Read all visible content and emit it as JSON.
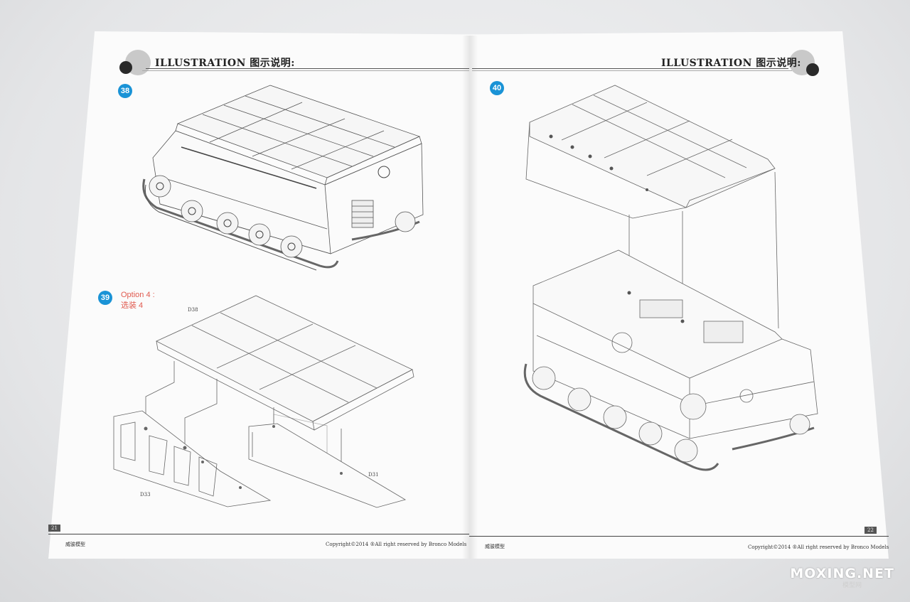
{
  "left_page": {
    "header": "ILLUSTRATION 图示说明:",
    "steps": [
      {
        "number": "38"
      },
      {
        "number": "39",
        "option_line1": "Option 4 :",
        "option_line2": "选装 4"
      }
    ],
    "part_labels": [
      "D38",
      "D33",
      "D31"
    ],
    "footer_left": "威骏模型",
    "footer_right": "Copyright©2014  ®All right reserved by Bronco Models",
    "page_number": "21"
  },
  "right_page": {
    "header": "ILLUSTRATION 图示说明:",
    "steps": [
      {
        "number": "40"
      }
    ],
    "footer_left": "威骏模型",
    "footer_right": "Copyright©2014  ®All right reserved by Bronco Models",
    "page_number": "22"
  },
  "watermark": {
    "main": "MOXING.NET",
    "sub": "模型网"
  },
  "colors": {
    "step_badge": "#1a93d6",
    "option_text": "#e05a4f",
    "paper": "#fbfbfb"
  }
}
